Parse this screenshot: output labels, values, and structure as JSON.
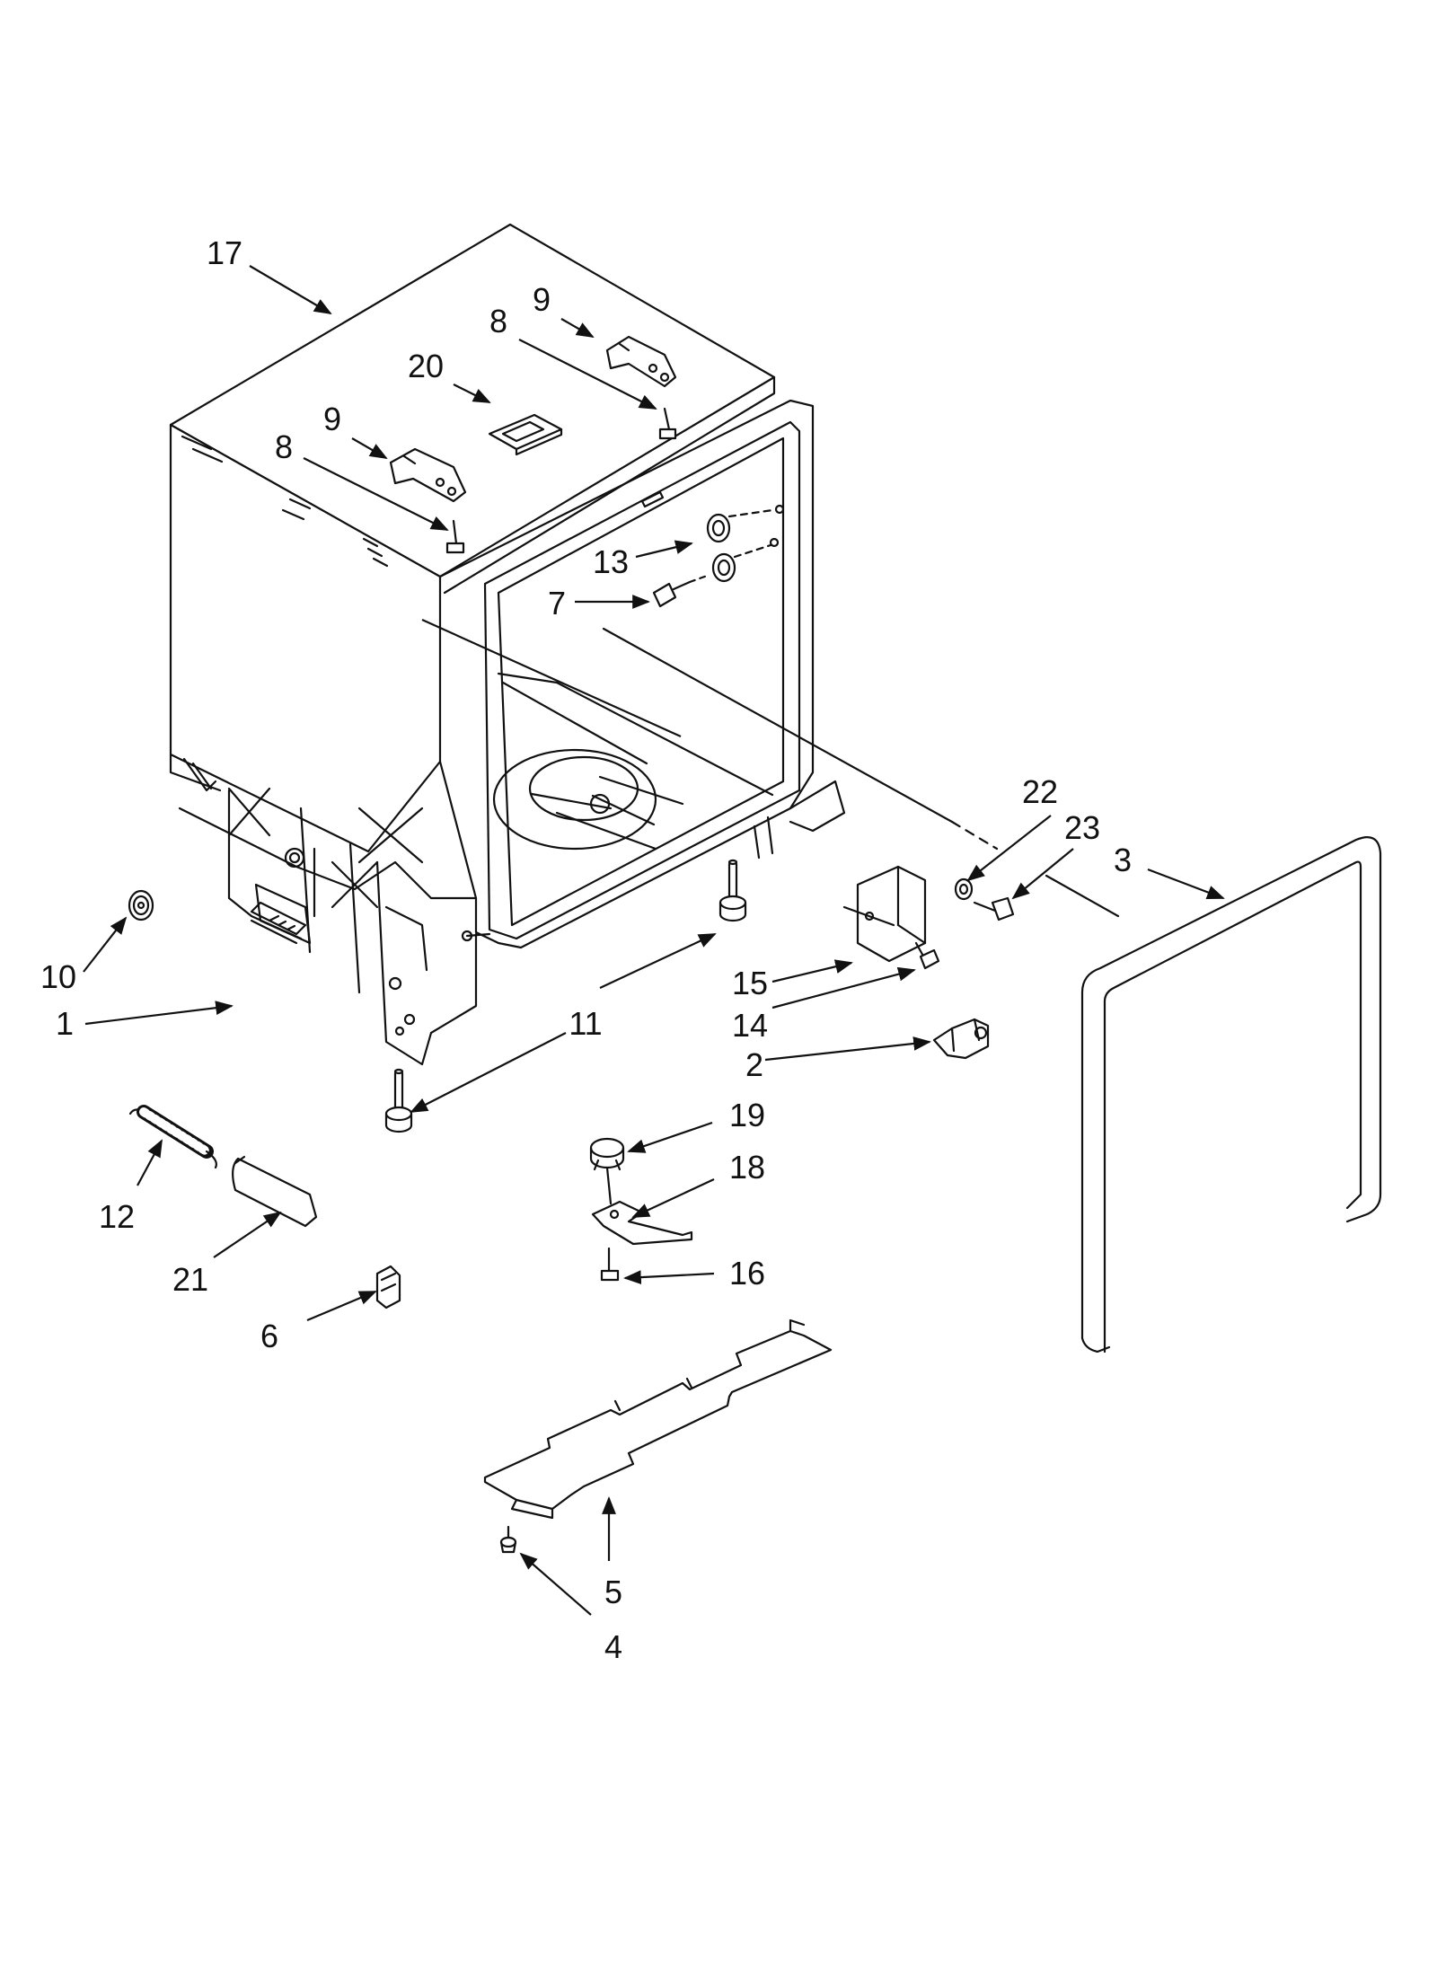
{
  "callouts": {
    "c17": "17",
    "c9a": "9",
    "c8a": "8",
    "c20": "20",
    "c9b": "9",
    "c8b": "8",
    "c13": "13",
    "c7": "7",
    "c22": "22",
    "c23": "23",
    "c3": "3",
    "c10": "10",
    "c1": "1",
    "c11": "11",
    "c15": "15",
    "c14": "14",
    "c2": "2",
    "c19": "19",
    "c18": "18",
    "c16": "16",
    "c12": "12",
    "c21": "21",
    "c6": "6",
    "c5": "5",
    "c4": "4"
  },
  "colors": {
    "line": "#111111",
    "background": "#ffffff"
  }
}
